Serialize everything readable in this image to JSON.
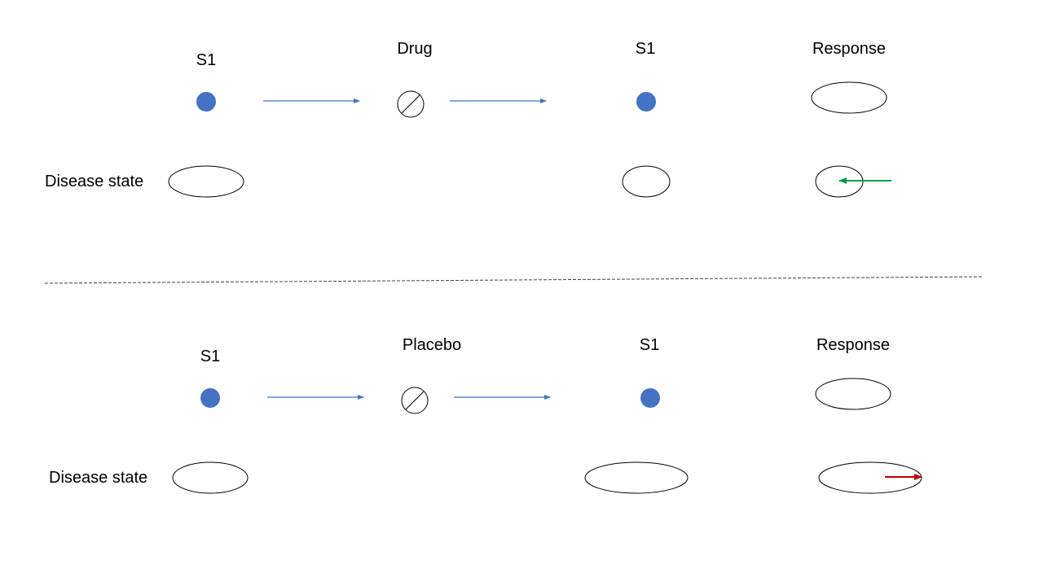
{
  "colors": {
    "dot": "#4472C4",
    "flow_arrow": "#4472C4",
    "outline": "#000000",
    "decrease_arrow": "#00A04A",
    "increase_arrow": "#C00000",
    "divider": "#404040"
  },
  "panels": [
    {
      "labels": {
        "s1_before": "S1",
        "treatment": "Drug",
        "s1_after": "S1",
        "response": "Response",
        "disease_state": "Disease state"
      },
      "response_direction": "decrease"
    },
    {
      "labels": {
        "s1_before": "S1",
        "treatment": "Placebo",
        "s1_after": "S1",
        "response": "Response",
        "disease_state": "Disease state"
      },
      "response_direction": "increase"
    }
  ]
}
